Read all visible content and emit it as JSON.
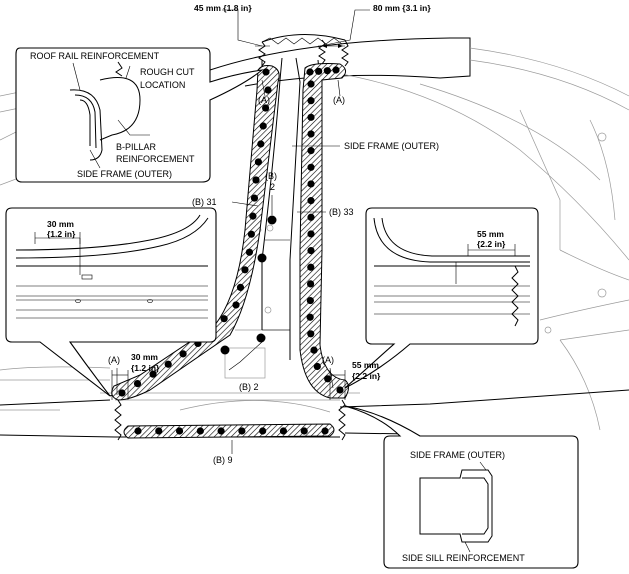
{
  "labels": {
    "roof_rail_reinforcement": "ROOF RAIL REINFORCEMENT",
    "rough_cut_1": "ROUGH CUT",
    "rough_cut_2": "LOCATION",
    "b_pillar_1": "B-PILLAR",
    "b_pillar_2": "REINFORCEMENT",
    "side_frame_outer_left": "SIDE FRAME (OUTER)",
    "side_frame_outer_center": "SIDE FRAME (OUTER)",
    "side_frame_outer_br": "SIDE FRAME (OUTER)",
    "side_sill_reinforcement": "SIDE SILL REINFORCEMENT",
    "dim_45": "45 mm {1.8 in}",
    "dim_80": "80 mm {3.1 in}",
    "dim_30_a": "30 mm",
    "dim_30_b": "{1.2 in}",
    "dim_30_c": "30 mm",
    "dim_30_d": "{1.2 in}",
    "dim_55_a": "55 mm",
    "dim_55_b": "{2.2 in}",
    "dim_55_c": "55 mm",
    "dim_55_d": "{2.2 in}",
    "a_top_left": "(A)",
    "a_top_right": "(A)",
    "a_bottom_left": "(A)",
    "a_bottom_right": "(A)",
    "b31": "(B) 31",
    "b33": "(B) 33",
    "b2_top_1": "(B)",
    "b2_top_2": "2",
    "b2_bottom": "(B) 2",
    "b9": "(B) 9"
  }
}
